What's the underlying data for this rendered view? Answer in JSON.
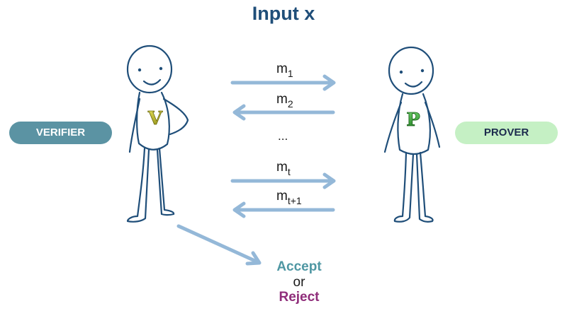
{
  "title": "Input x",
  "verifier": {
    "label": "VERIFIER",
    "badge_letter": "V",
    "color": "#5b93a3"
  },
  "prover": {
    "label": "PROVER",
    "badge_letter": "P",
    "color": "#c5f0c4"
  },
  "messages": [
    {
      "base": "m",
      "sub": "1",
      "direction": "right"
    },
    {
      "base": "m",
      "sub": "2",
      "direction": "left"
    },
    {
      "base": "...",
      "sub": "",
      "direction": "none"
    },
    {
      "base": "m",
      "sub": "t",
      "direction": "right"
    },
    {
      "base": "m",
      "sub": "t+1",
      "direction": "left"
    }
  ],
  "outcome": {
    "accept": "Accept",
    "or": "or",
    "reject": "Reject"
  },
  "colors": {
    "arrow": "#94b8d8",
    "stick": "#1f4e79",
    "title": "#1f4e79",
    "accept": "#4f97a3",
    "reject": "#8f2d7a"
  }
}
